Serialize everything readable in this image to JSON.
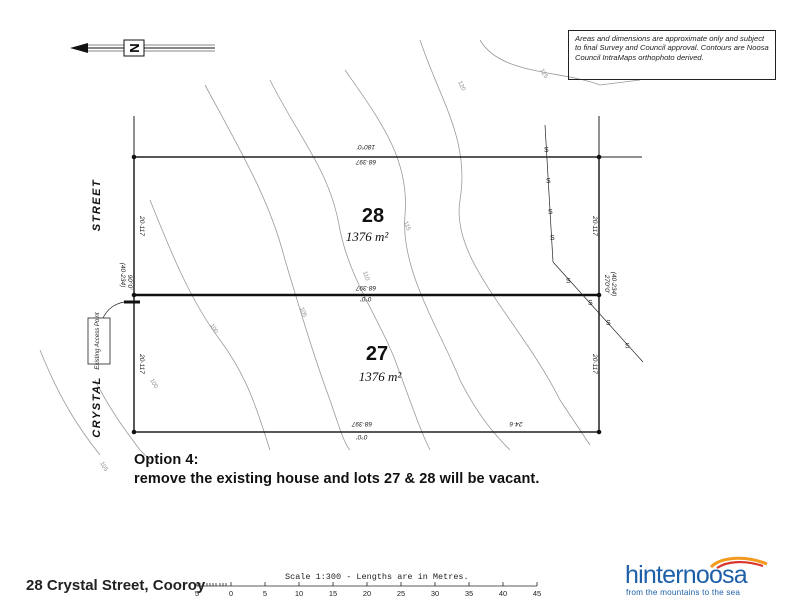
{
  "disclaimer": "Areas and dimensions are approximate only and subject to final Survey and Council approval. Contours are Noosa Council IntraMaps orthophoto derived.",
  "north_label": "N",
  "street": {
    "word1": "STREET",
    "word2": "CRYSTAL"
  },
  "lots": [
    {
      "number": "28",
      "area": "1376 m²"
    },
    {
      "number": "27",
      "area": "1376 m²"
    }
  ],
  "dimensions": {
    "top_length": "68·397",
    "top_bearing": "180°0'",
    "middle_length": "68·397",
    "middle_bearing": "0°0'",
    "bottom_length": "68·397",
    "bottom_bearing": "0°0'",
    "left_top": "20·117",
    "left_bottom": "20·117",
    "right_top": "20·117",
    "right_bottom": "20·117",
    "frontage_left": "(40·234)",
    "frontage_left_bearing": "90°0'",
    "frontage_right": "(40·234)",
    "frontage_right_bearing": "270°0'",
    "sewer_offset": "24·6"
  },
  "access_point": "Existing Access Point",
  "contours": [
    "100",
    "105",
    "110",
    "115",
    "120",
    "125"
  ],
  "sewer_mark": "S",
  "option": {
    "title": "Option 4:",
    "description": "remove the existing house and lots 27 & 28 will be vacant."
  },
  "address": "28 Crystal Street, Cooroy",
  "scale": {
    "caption": "Scale 1:300 - Lengths are in Metres.",
    "ticks": [
      "5",
      "0",
      "5",
      "10",
      "15",
      "20",
      "25",
      "30",
      "35",
      "40",
      "45"
    ]
  },
  "brand": {
    "name_part1": "hinter",
    "name_part2": "noosa",
    "tagline": "from the mountains to the sea",
    "colors": {
      "blue": "#1d5fa8",
      "orange": "#f39a1e",
      "red": "#d9352b"
    }
  }
}
